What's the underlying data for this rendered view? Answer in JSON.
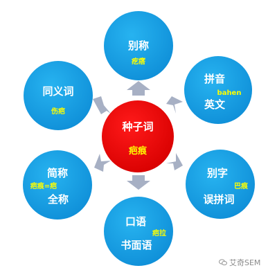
{
  "colors": {
    "node_fill": "#1aa3e6",
    "center_fill": "#e60000",
    "highlight_text": "#ffff00",
    "arrow_fill": "#a7b0c4"
  },
  "center": {
    "title": "种子词",
    "keyword": "疤痕"
  },
  "nodes": {
    "top": {
      "label": "别称",
      "sub": "疙瘩"
    },
    "top_right": {
      "label1": "拼音",
      "sub": "bahen",
      "label2": "英文"
    },
    "right": {
      "label1": "别字",
      "sub": "巴痕",
      "label2": "误拼词"
    },
    "bottom": {
      "label1": "口语",
      "sub": "疤拉",
      "label2": "书面语"
    },
    "left": {
      "label1": "简称",
      "sub": "疤痕=疤",
      "label2": "全称"
    },
    "top_left": {
      "label": "同义词",
      "sub": "伤疤"
    }
  },
  "watermark": {
    "text": "艾奇SEM",
    "icon": "wechat-icon"
  }
}
